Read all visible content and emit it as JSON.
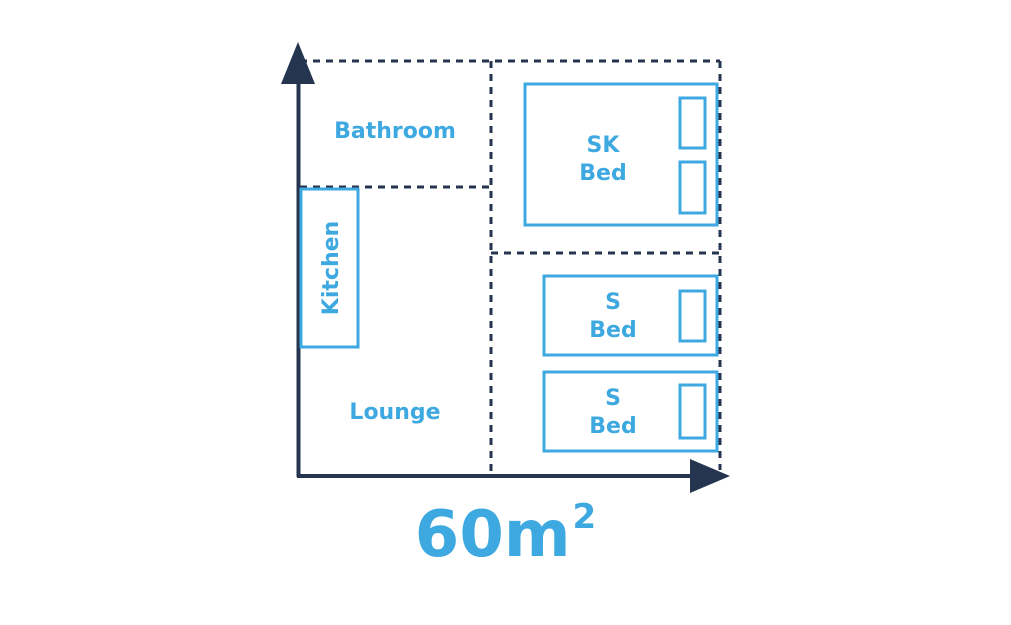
{
  "colors": {
    "axis": "#253550",
    "dashed": "#253550",
    "furniture": "#3ea9e0",
    "label": "#3ea9e0"
  },
  "rooms": {
    "bathroom": "Bathroom",
    "kitchen": "Kitchen",
    "lounge": "Lounge"
  },
  "beds": {
    "sk_bed": {
      "line1": "SK",
      "line2": "Bed"
    },
    "s_bed_top": {
      "line1": "S",
      "line2": "Bed"
    },
    "s_bed_bottom": {
      "line1": "S",
      "line2": "Bed"
    }
  },
  "area": {
    "value": "60m",
    "unit_power": "2"
  }
}
